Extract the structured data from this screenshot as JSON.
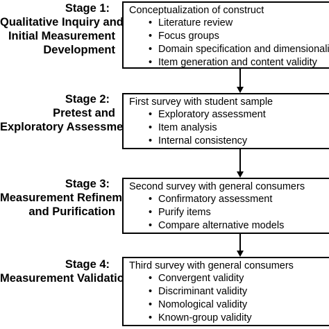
{
  "stages": [
    {
      "label_lines": [
        "Stage 1:",
        "Qualitative Inquiry and",
        "Initial Measurement",
        "Development"
      ],
      "box_title": "Conceptualization of construct",
      "items": [
        "Literature review",
        "Focus groups",
        "Domain specification and dimensionality",
        "Item generation and content validity"
      ]
    },
    {
      "label_lines": [
        "Stage 2:",
        "Pretest and",
        "Exploratory Assessment"
      ],
      "box_title": "First survey with student sample",
      "items": [
        "Exploratory assessment",
        "Item analysis",
        "Internal consistency"
      ]
    },
    {
      "label_lines": [
        "Stage 3:",
        "Measurement Refinement",
        "and Purification"
      ],
      "box_title": "Second survey with general consumers",
      "items": [
        "Confirmatory assessment",
        "Purify items",
        "Compare alternative models"
      ]
    },
    {
      "label_lines": [
        "Stage 4:",
        "Measurement Validation"
      ],
      "box_title": "Third survey with general consumers",
      "items": [
        "Convergent validity",
        "Discriminant validity",
        "Nomological validity",
        "Known-group validity"
      ]
    }
  ],
  "bullet_glyph": "•"
}
